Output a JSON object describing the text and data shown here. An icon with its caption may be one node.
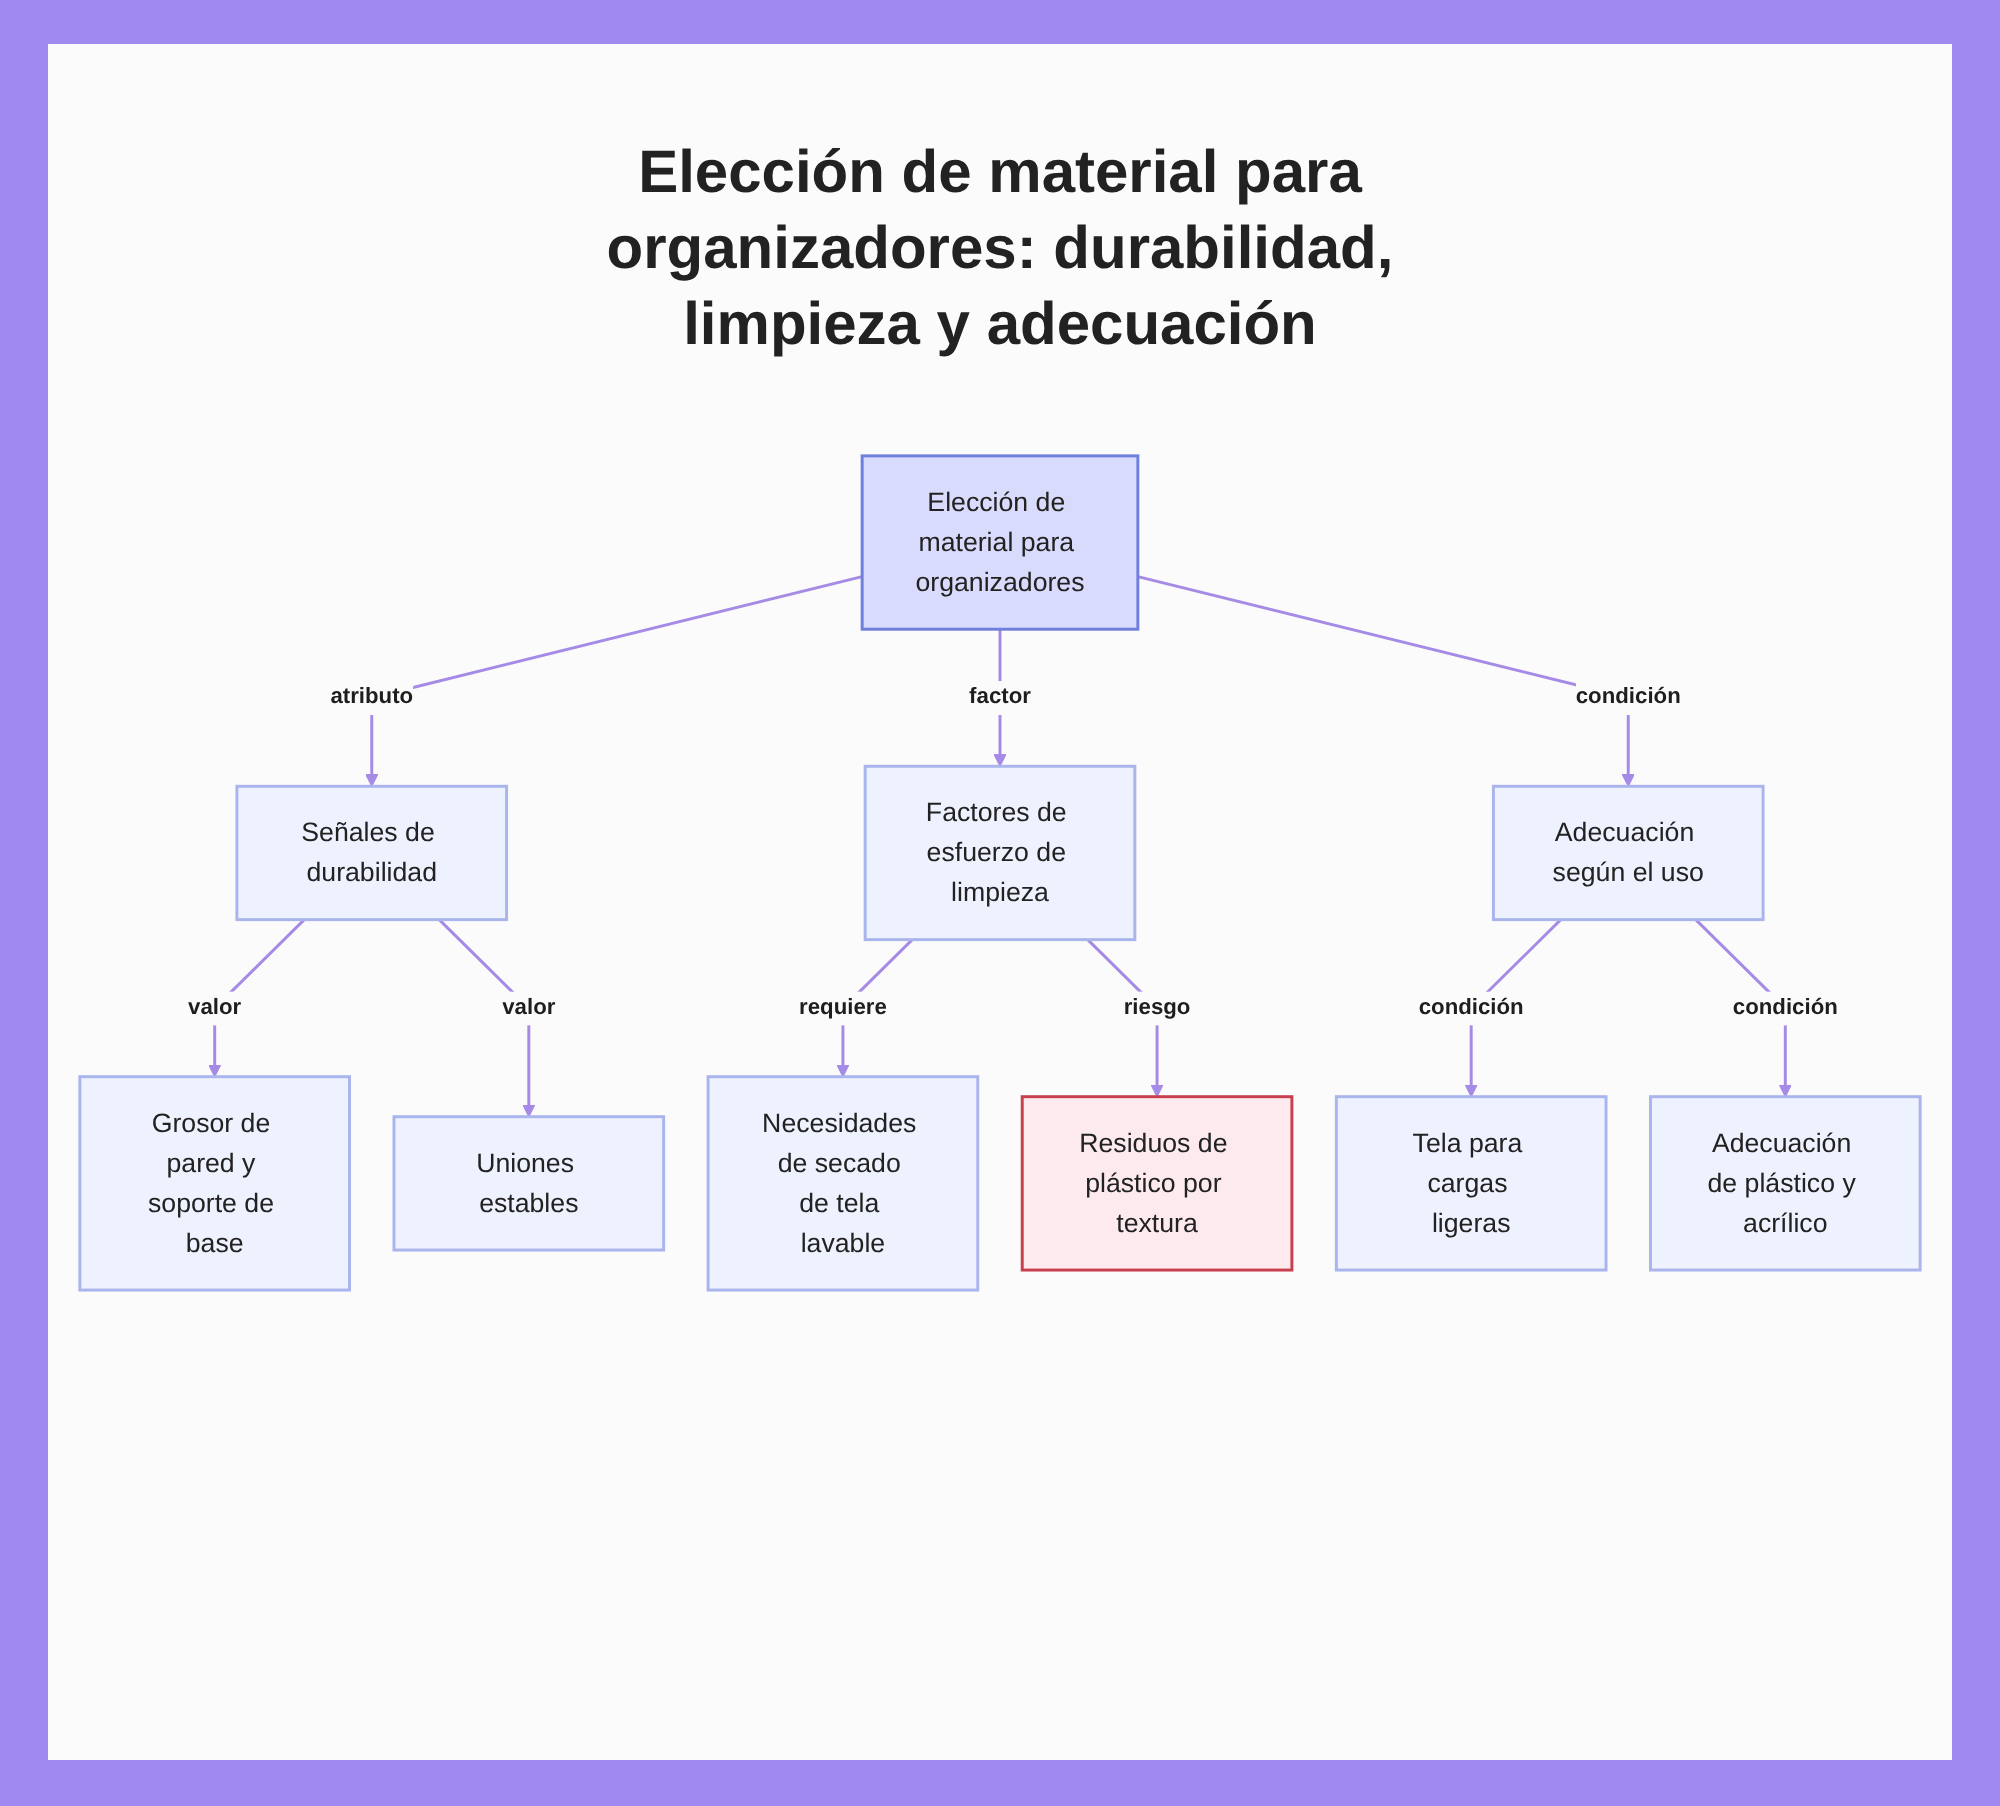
{
  "diagram": {
    "title": "Elección de material para organizadores: durabilidad, limpieza y adecuación",
    "nodes": [
      {
        "text": [
          "Elección de material para organizadores"
        ]
      },
      {
        "text": [
          "Señales de durabilidad"
        ]
      },
      {
        "text": [
          "Factores de esfuerzo de limpieza"
        ]
      },
      {
        "text": [
          "Adecuación según el uso"
        ]
      },
      {
        "text": [
          "Grosor de pared y soporte de base"
        ]
      },
      {
        "text": [
          "Uniones estables"
        ]
      },
      {
        "text": [
          "Necesidades de secado de tela lavable"
        ]
      },
      {
        "text": [
          "Residuos de plástico por textura"
        ]
      },
      {
        "text": [
          "Tela para cargas ligeras"
        ]
      },
      {
        "text": [
          "Adecuación de plástico y acrílico"
        ]
      }
    ],
    "edges": [
      {
        "from": 0,
        "to": 1,
        "arrow": "to",
        "label": "atributo"
      },
      {
        "from": 0,
        "to": 2,
        "arrow": "to",
        "label": "factor"
      },
      {
        "from": 0,
        "to": 3,
        "arrow": "to",
        "label": "condición"
      },
      {
        "from": 1,
        "to": 4,
        "arrow": "to",
        "label": "valor"
      },
      {
        "from": 1,
        "to": 5,
        "arrow": "to",
        "label": "valor"
      },
      {
        "from": 2,
        "to": 6,
        "arrow": "to",
        "label": "requiere"
      },
      {
        "from": 2,
        "to": 7,
        "arrow": "to",
        "label": "riesgo"
      },
      {
        "from": 3,
        "to": 8,
        "arrow": "to",
        "label": "condición"
      },
      {
        "from": 3,
        "to": 9,
        "arrow": "to",
        "label": "condición"
      }
    ]
  }
}
